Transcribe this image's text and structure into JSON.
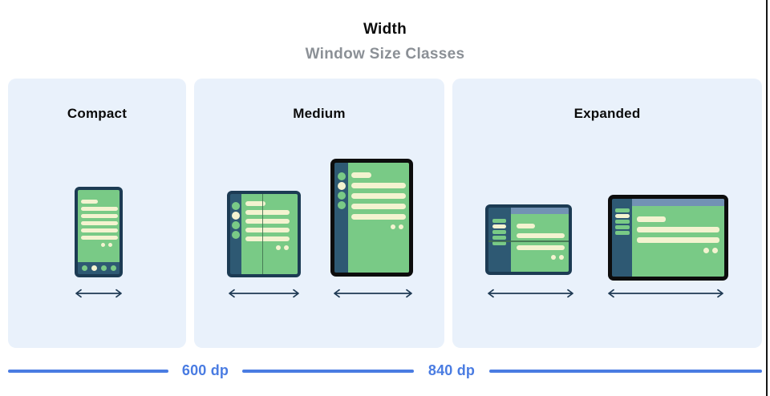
{
  "header": {
    "title": "Width",
    "subtitle": "Window Size Classes"
  },
  "size_classes": [
    {
      "label": "Compact",
      "devices": [
        "phone"
      ]
    },
    {
      "label": "Medium",
      "devices": [
        "foldable-portrait",
        "tablet-portrait"
      ]
    },
    {
      "label": "Expanded",
      "devices": [
        "foldable-landscape",
        "tablet-landscape"
      ]
    }
  ],
  "ruler": {
    "breakpoints": [
      "600 dp",
      "840 dp"
    ]
  },
  "icons": {
    "width_arrow": "double-headed-horizontal-arrow",
    "fold_line": "device-fold-line"
  },
  "colors": {
    "panel_background": "#e9f1fb",
    "device_frame_navy": "#1c3b53",
    "device_frame_black": "#0d0d0d",
    "rail_navy": "#2e5973",
    "screen_green": "#79ca86",
    "content_cream": "#f4f3d0",
    "topbar_slate": "#7292b4",
    "fold_line_green": "#3f6e4e",
    "ruler_blue": "#4a7ce2",
    "subtitle_gray": "#8b9096",
    "arrow_navy": "#1f3a54",
    "title_black": "#0b0b0b"
  }
}
